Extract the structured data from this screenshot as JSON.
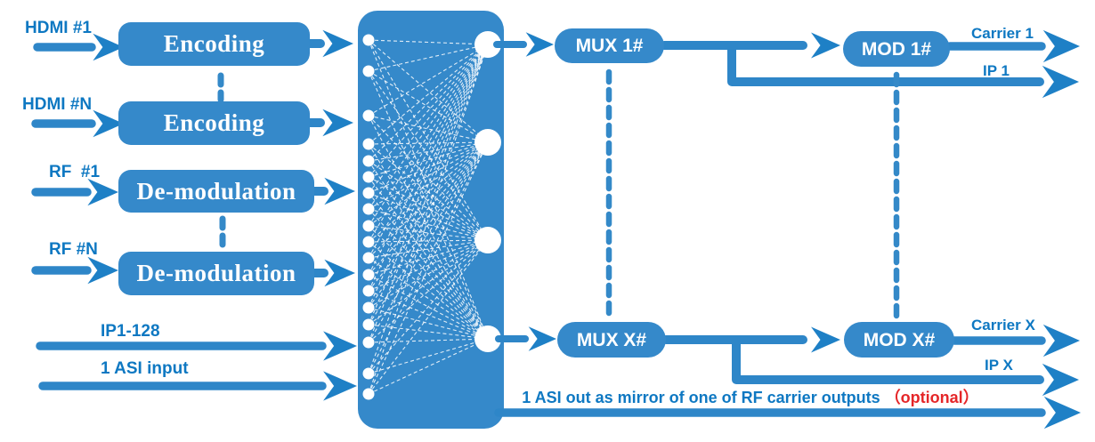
{
  "colors": {
    "main_blue": "#3589CA",
    "line_blue": "#2E86C8",
    "arrowhead_blue": "#1E80C6",
    "label_blue": "#0E78C2",
    "optional_red": "#E52628",
    "node_white": "#FFFFFF"
  },
  "inputs": [
    {
      "id": "hdmi-1",
      "label": "HDMI #1"
    },
    {
      "id": "hdmi-n",
      "label": "HDMI #N"
    },
    {
      "id": "rf-1",
      "label": "RF  #1"
    },
    {
      "id": "rf-n",
      "label": "RF #N"
    },
    {
      "id": "ip",
      "label": "IP1-128"
    },
    {
      "id": "asi",
      "label": "1 ASI input"
    }
  ],
  "blocks": {
    "encoding1": "Encoding",
    "encoding2": "Encoding",
    "demod1": "De-modulation",
    "demod2": "De-modulation",
    "mux1": "MUX 1#",
    "muxX": "MUX X#",
    "mod1": "MOD 1#",
    "modX": "MOD X#"
  },
  "outputs": {
    "carrier1": "Carrier 1",
    "ip1": "IP 1",
    "carrierX": "Carrier X",
    "ipX": "IP X"
  },
  "footer": {
    "asi_out_text": "1 ASI out as mirror of one of RF carrier outputs ",
    "optional_text": "（optional）"
  }
}
